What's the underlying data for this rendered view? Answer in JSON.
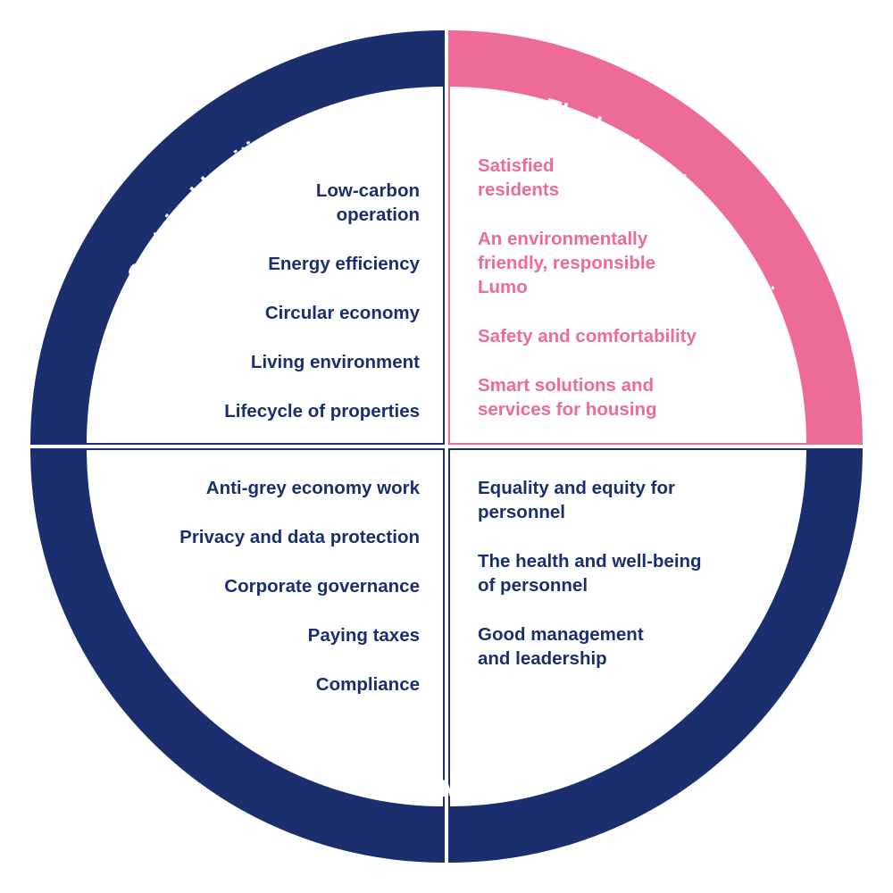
{
  "colors": {
    "navy": "#1b2f6e",
    "pink": "#ec6b99",
    "white": "#ffffff"
  },
  "quadrants": {
    "top_left": {
      "title": "Sustainable cities",
      "items": [
        "Low-carbon\noperation",
        "Energy efficiency",
        "Circular economy",
        "Living environment",
        "Lifecycle of properties"
      ]
    },
    "top_right": {
      "title": "The best customer experience",
      "items": [
        "Satisfied\nresidents",
        "An environmentally\nfriendly, responsible\nLumo",
        "Safety and comfortability",
        "Smart solutions and\nservices for housing"
      ]
    },
    "bottom_left": {
      "title": "A responsible corporate citizen",
      "items": [
        "Anti-grey economy work",
        "Privacy and data protection",
        "Corporate governance",
        "Paying taxes",
        "Compliance"
      ]
    },
    "bottom_right": {
      "title": "Most competent personnel & dynamic workplace",
      "items": [
        "Equality and equity for\npersonnel",
        "The health and well-being\nof personnel",
        "Good management\nand leadership"
      ]
    }
  }
}
